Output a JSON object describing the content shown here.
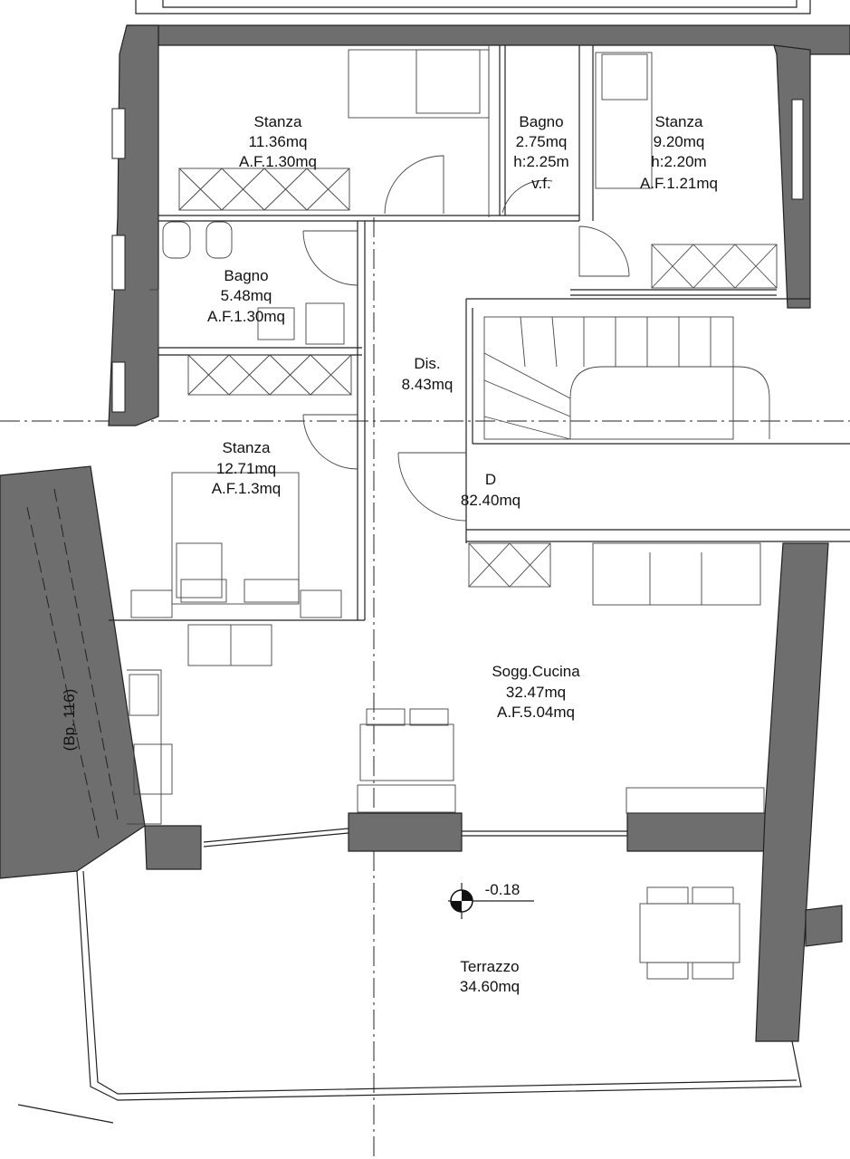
{
  "rooms": [
    {
      "name": "Stanza",
      "area": "11.36mq",
      "extra": "A.F.1.30mq"
    },
    {
      "name": "Bagno",
      "area": "2.75mq",
      "extra": "h:2.25m",
      "extra2": "v.f."
    },
    {
      "name": "Stanza",
      "area": "9.20mq",
      "extra": "h:2.20m",
      "extra2": "A.F.1.21mq"
    },
    {
      "name": "Bagno",
      "area": "5.48mq",
      "extra": "A.F.1.30mq"
    },
    {
      "name": "Dis.",
      "area": "8.43mq"
    },
    {
      "name": "Stanza",
      "area": "12.71mq",
      "extra": "A.F.1.3mq"
    },
    {
      "name": "D",
      "area": "82.40mq"
    },
    {
      "name": "Sogg.Cucina",
      "area": "32.47mq",
      "extra": "A.F.5.04mq"
    },
    {
      "name": "Terrazzo",
      "area": "34.60mq"
    }
  ],
  "neighbor_label": "(Bp. 116)",
  "level_marker": "-0.18",
  "colors": {
    "wall": "#6e6e6e",
    "line": "#222222"
  }
}
